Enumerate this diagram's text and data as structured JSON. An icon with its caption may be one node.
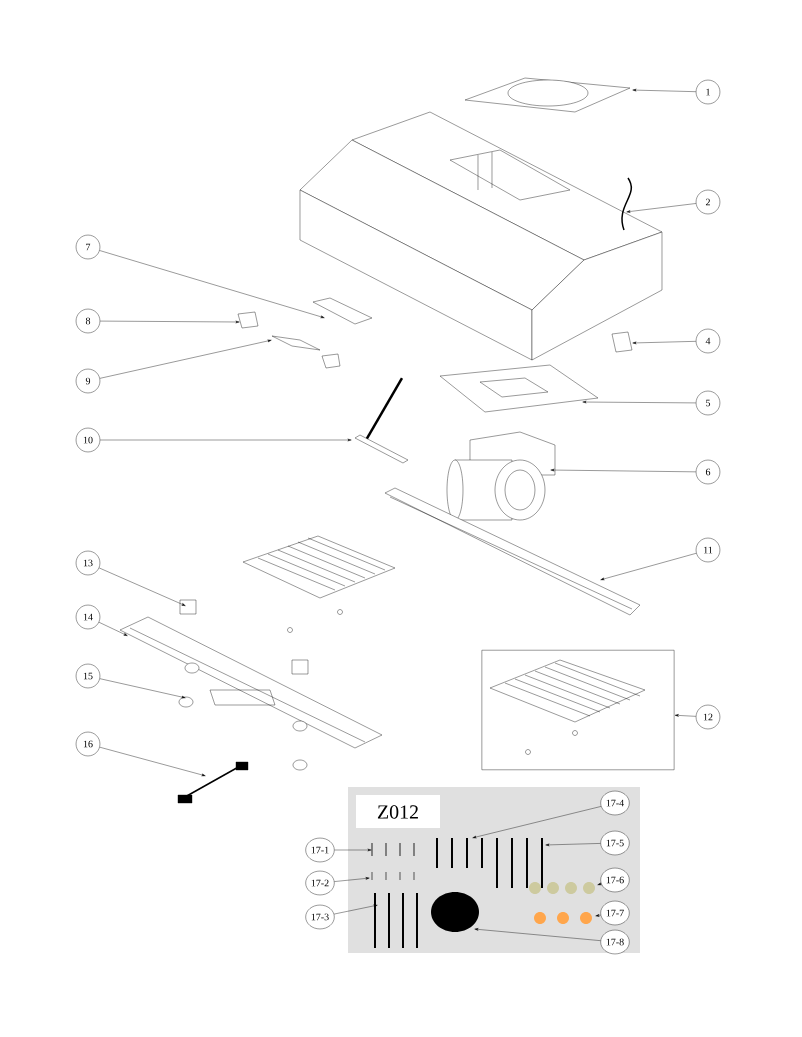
{
  "diagram": {
    "nodes": [
      {
        "text": [
          "1"
        ]
      },
      {
        "text": [
          "2"
        ]
      },
      {
        "text": [
          "4"
        ]
      },
      {
        "text": [
          "5"
        ]
      },
      {
        "text": [
          "6"
        ]
      },
      {
        "text": [
          "7"
        ]
      },
      {
        "text": [
          "8"
        ]
      },
      {
        "text": [
          "9"
        ]
      },
      {
        "text": [
          "10"
        ]
      },
      {
        "text": [
          "11"
        ]
      },
      {
        "text": [
          "12"
        ]
      },
      {
        "text": [
          "13"
        ]
      },
      {
        "text": [
          "14"
        ]
      },
      {
        "text": [
          "15"
        ]
      },
      {
        "text": [
          "16"
        ]
      },
      {
        "text": [
          "17-1"
        ]
      },
      {
        "text": [
          "17-2"
        ]
      },
      {
        "text": [
          "17-3"
        ]
      },
      {
        "text": [
          "17-4"
        ]
      },
      {
        "text": [
          "17-5"
        ]
      },
      {
        "text": [
          "17-6"
        ]
      },
      {
        "text": [
          "17-7"
        ]
      },
      {
        "text": [
          "17-8"
        ]
      },
      {
        "text": [],
        "shape": "box"
      }
    ],
    "edges": [
      {
        "from": 0,
        "to": null,
        "arrow": "to"
      },
      {
        "from": 1,
        "to": null,
        "arrow": "to"
      },
      {
        "from": 2,
        "to": null,
        "arrow": "to"
      },
      {
        "from": 3,
        "to": null,
        "arrow": "to"
      },
      {
        "from": 4,
        "to": null,
        "arrow": "to"
      },
      {
        "from": 5,
        "to": null,
        "arrow": "to"
      },
      {
        "from": 6,
        "to": null,
        "arrow": "to"
      },
      {
        "from": 7,
        "to": null,
        "arrow": "to"
      },
      {
        "from": 8,
        "to": null,
        "arrow": "to"
      },
      {
        "from": 9,
        "to": null,
        "arrow": "to"
      },
      {
        "from": 10,
        "to": 23,
        "arrow": "to"
      },
      {
        "from": 11,
        "to": null,
        "arrow": "to"
      },
      {
        "from": 12,
        "to": null,
        "arrow": "to"
      },
      {
        "from": 13,
        "to": null,
        "arrow": "to"
      },
      {
        "from": 14,
        "to": null,
        "arrow": "to"
      },
      {
        "from": 15,
        "to": null,
        "arrow": "to"
      },
      {
        "from": 16,
        "to": null,
        "arrow": "to"
      },
      {
        "from": 17,
        "to": null,
        "arrow": "to"
      },
      {
        "from": 18,
        "to": null,
        "arrow": "to"
      },
      {
        "from": 19,
        "to": null,
        "arrow": "to"
      },
      {
        "from": 20,
        "to": null,
        "arrow": "to"
      },
      {
        "from": 21,
        "to": null,
        "arrow": "to"
      },
      {
        "from": 22,
        "to": null,
        "arrow": "to"
      }
    ],
    "labels": [
      "Z012"
    ]
  }
}
